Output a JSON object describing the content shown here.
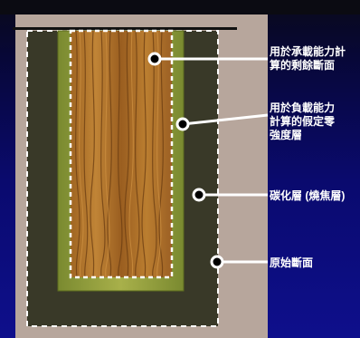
{
  "labels": {
    "residual_section": "用於承載能力計\n算的剩餘斷面",
    "zero_strength_layer": "用於負載能力\n計算的假定零\n強度層",
    "char_layer": "碳化層 (燒焦層)",
    "original_section": "原始斷面"
  },
  "colors": {
    "background_dark": "#0a0a1a",
    "background_blue": "#0e0f8c",
    "frame": "#b7a69c",
    "char": "#3a3a28",
    "zero_layer": "#8e9a3c",
    "wood_light": "#b77a2e",
    "wood_dark": "#7a4818",
    "dashed_line": "#ffffff",
    "leader": "#ffffff"
  }
}
